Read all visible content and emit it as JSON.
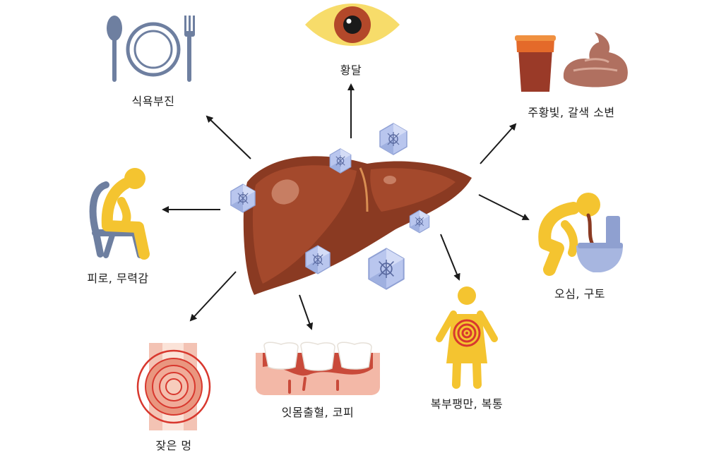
{
  "symptoms": {
    "jaundice": "황달",
    "appetite_loss": "식욕부진",
    "dark_urine_stool": "주황빛, 갈색 소변",
    "fatigue": "피로, 무력감",
    "nausea_vomiting": "오심, 구토",
    "abdominal": "복부팽만, 복통",
    "gum_bleeding": "잇몸출혈, 코피",
    "bruising": "잦은 멍"
  },
  "colors": {
    "liver": "#8a3a22",
    "liver_light": "#b45a3c",
    "accent_yellow": "#f4c430",
    "slate": "#6e7fa0",
    "virus": "#b9c6ee",
    "arrow": "#1a1a1a",
    "red_ring": "#d8382e"
  }
}
